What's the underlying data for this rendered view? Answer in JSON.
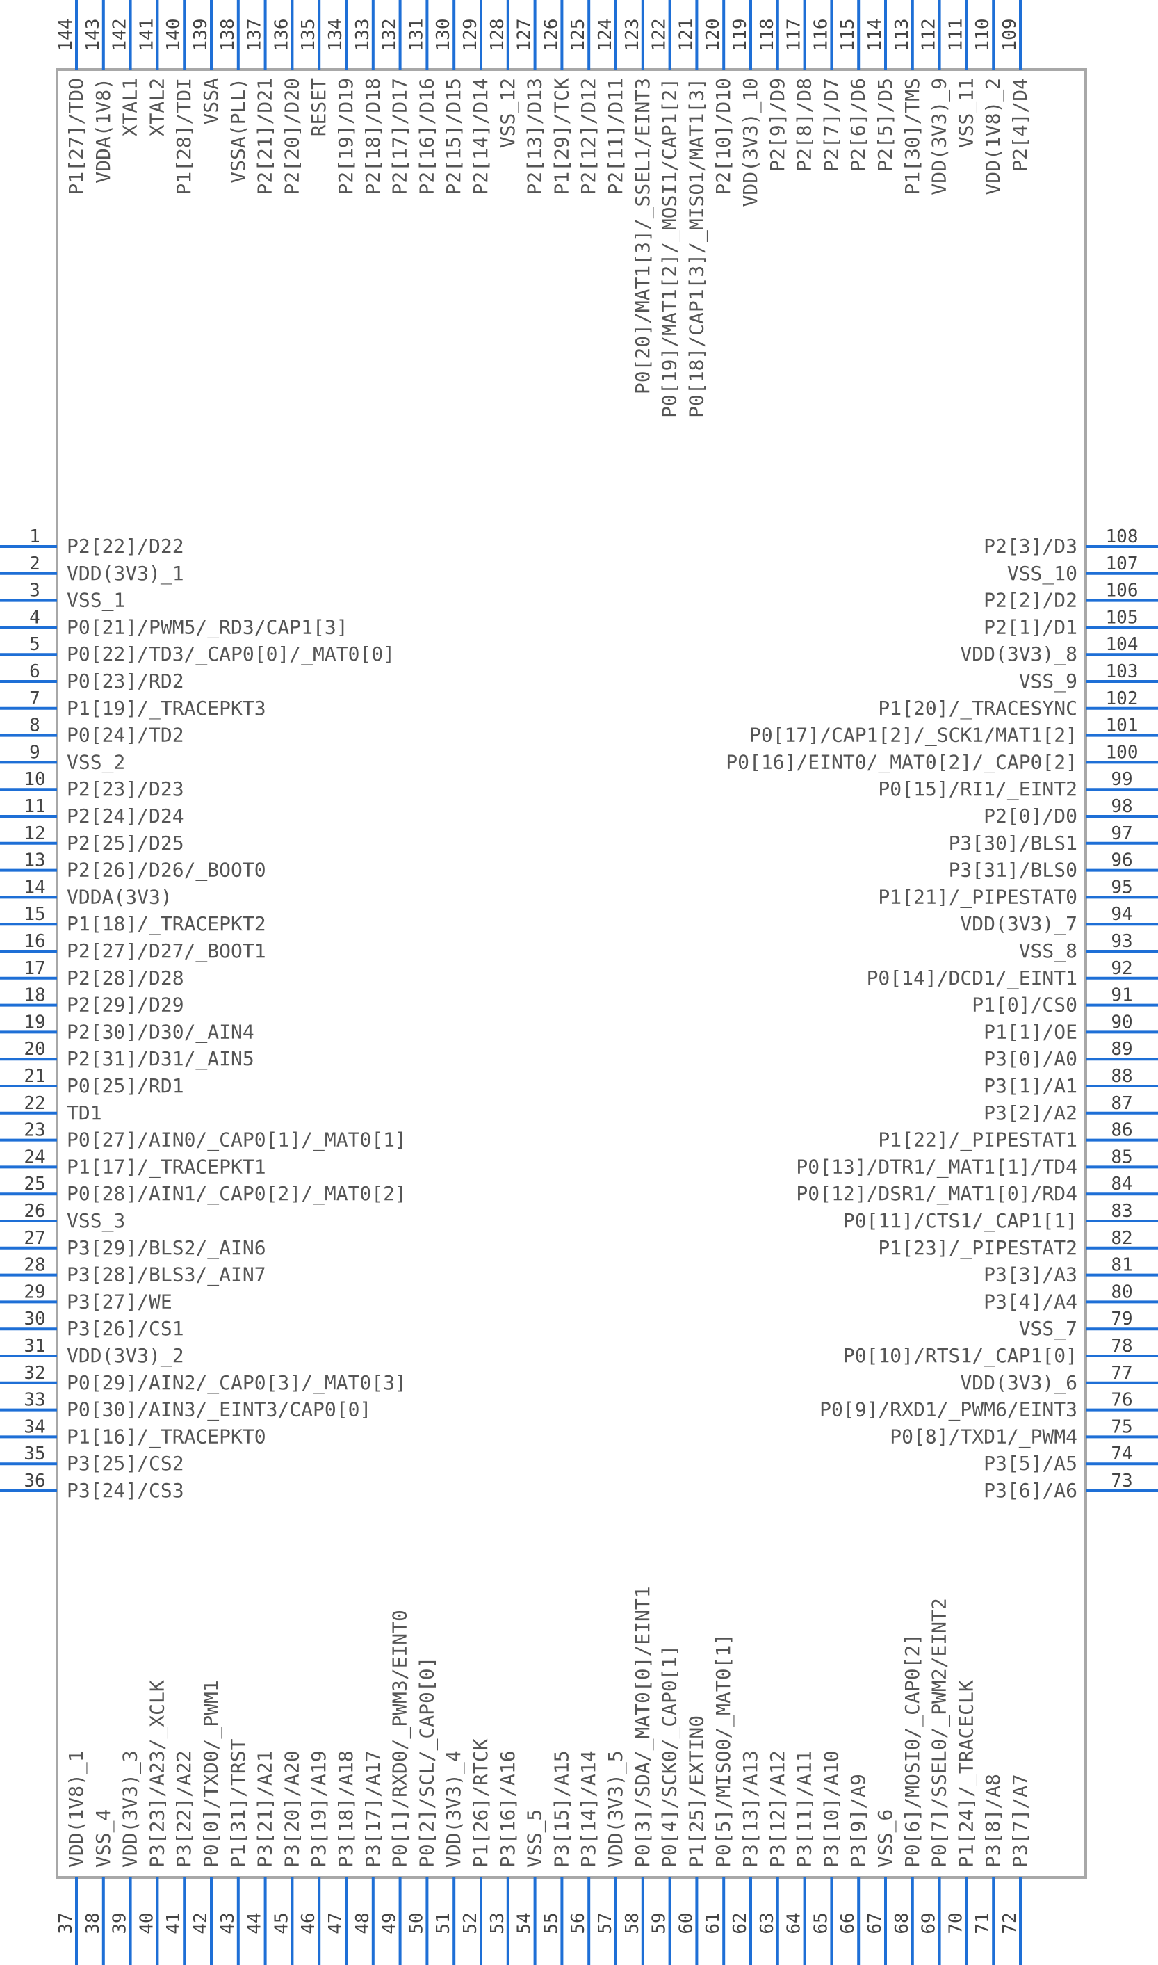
{
  "component": {
    "colors": {
      "pin": "#1e6fd6",
      "body": "#a8a8a8",
      "text": "#555555",
      "number": "#444444"
    },
    "left_pins": [
      {
        "n": "1",
        "label": "P2[22]/D22"
      },
      {
        "n": "2",
        "label": "VDD(3V3)_1"
      },
      {
        "n": "3",
        "label": "VSS_1"
      },
      {
        "n": "4",
        "label": "P0[21]/PWM5/_RD3/CAP1[3]"
      },
      {
        "n": "5",
        "label": "P0[22]/TD3/_CAP0[0]/_MAT0[0]"
      },
      {
        "n": "6",
        "label": "P0[23]/RD2"
      },
      {
        "n": "7",
        "label": "P1[19]/_TRACEPKT3"
      },
      {
        "n": "8",
        "label": "P0[24]/TD2"
      },
      {
        "n": "9",
        "label": "VSS_2"
      },
      {
        "n": "10",
        "label": "P2[23]/D23"
      },
      {
        "n": "11",
        "label": "P2[24]/D24"
      },
      {
        "n": "12",
        "label": "P2[25]/D25"
      },
      {
        "n": "13",
        "label": "P2[26]/D26/_BOOT0"
      },
      {
        "n": "14",
        "label": "VDDA(3V3)"
      },
      {
        "n": "15",
        "label": "P1[18]/_TRACEPKT2"
      },
      {
        "n": "16",
        "label": "P2[27]/D27/_BOOT1"
      },
      {
        "n": "17",
        "label": "P2[28]/D28"
      },
      {
        "n": "18",
        "label": "P2[29]/D29"
      },
      {
        "n": "19",
        "label": "P2[30]/D30/_AIN4"
      },
      {
        "n": "20",
        "label": "P2[31]/D31/_AIN5"
      },
      {
        "n": "21",
        "label": "P0[25]/RD1"
      },
      {
        "n": "22",
        "label": "TD1"
      },
      {
        "n": "23",
        "label": "P0[27]/AIN0/_CAP0[1]/_MAT0[1]"
      },
      {
        "n": "24",
        "label": "P1[17]/_TRACEPKT1"
      },
      {
        "n": "25",
        "label": "P0[28]/AIN1/_CAP0[2]/_MAT0[2]"
      },
      {
        "n": "26",
        "label": "VSS_3"
      },
      {
        "n": "27",
        "label": "P3[29]/BLS2/_AIN6"
      },
      {
        "n": "28",
        "label": "P3[28]/BLS3/_AIN7"
      },
      {
        "n": "29",
        "label": "P3[27]/WE"
      },
      {
        "n": "30",
        "label": "P3[26]/CS1"
      },
      {
        "n": "31",
        "label": "VDD(3V3)_2"
      },
      {
        "n": "32",
        "label": "P0[29]/AIN2/_CAP0[3]/_MAT0[3]"
      },
      {
        "n": "33",
        "label": "P0[30]/AIN3/_EINT3/CAP0[0]"
      },
      {
        "n": "34",
        "label": "P1[16]/_TRACEPKT0"
      },
      {
        "n": "35",
        "label": "P3[25]/CS2"
      },
      {
        "n": "36",
        "label": "P3[24]/CS3"
      }
    ],
    "right_pins": [
      {
        "n": "108",
        "label": "P2[3]/D3"
      },
      {
        "n": "107",
        "label": "VSS_10"
      },
      {
        "n": "106",
        "label": "P2[2]/D2"
      },
      {
        "n": "105",
        "label": "P2[1]/D1"
      },
      {
        "n": "104",
        "label": "VDD(3V3)_8"
      },
      {
        "n": "103",
        "label": "VSS_9"
      },
      {
        "n": "102",
        "label": "P1[20]/_TRACESYNC"
      },
      {
        "n": "101",
        "label": "P0[17]/CAP1[2]/_SCK1/MAT1[2]"
      },
      {
        "n": "100",
        "label": "P0[16]/EINT0/_MAT0[2]/_CAP0[2]"
      },
      {
        "n": "99",
        "label": "P0[15]/RI1/_EINT2"
      },
      {
        "n": "98",
        "label": "P2[0]/D0"
      },
      {
        "n": "97",
        "label": "P3[30]/BLS1"
      },
      {
        "n": "96",
        "label": "P3[31]/BLS0"
      },
      {
        "n": "95",
        "label": "P1[21]/_PIPESTAT0"
      },
      {
        "n": "94",
        "label": "VDD(3V3)_7"
      },
      {
        "n": "93",
        "label": "VSS_8"
      },
      {
        "n": "92",
        "label": "P0[14]/DCD1/_EINT1"
      },
      {
        "n": "91",
        "label": "P1[0]/CS0"
      },
      {
        "n": "90",
        "label": "P1[1]/OE"
      },
      {
        "n": "89",
        "label": "P3[0]/A0"
      },
      {
        "n": "88",
        "label": "P3[1]/A1"
      },
      {
        "n": "87",
        "label": "P3[2]/A2"
      },
      {
        "n": "86",
        "label": "P1[22]/_PIPESTAT1"
      },
      {
        "n": "85",
        "label": "P0[13]/DTR1/_MAT1[1]/TD4"
      },
      {
        "n": "84",
        "label": "P0[12]/DSR1/_MAT1[0]/RD4"
      },
      {
        "n": "83",
        "label": "P0[11]/CTS1/_CAP1[1]"
      },
      {
        "n": "82",
        "label": "P1[23]/_PIPESTAT2"
      },
      {
        "n": "81",
        "label": "P3[3]/A3"
      },
      {
        "n": "80",
        "label": "P3[4]/A4"
      },
      {
        "n": "79",
        "label": "VSS_7"
      },
      {
        "n": "78",
        "label": "P0[10]/RTS1/_CAP1[0]"
      },
      {
        "n": "77",
        "label": "VDD(3V3)_6"
      },
      {
        "n": "76",
        "label": "P0[9]/RXD1/_PWM6/EINT3"
      },
      {
        "n": "75",
        "label": "P0[8]/TXD1/_PWM4"
      },
      {
        "n": "74",
        "label": "P3[5]/A5"
      },
      {
        "n": "73",
        "label": "P3[6]/A6"
      }
    ],
    "bottom_pins": [
      {
        "n": "37",
        "label": "VDD(1V8)_1"
      },
      {
        "n": "38",
        "label": "VSS_4"
      },
      {
        "n": "39",
        "label": "VDD(3V3)_3"
      },
      {
        "n": "40",
        "label": "P3[23]/A23/_XCLK"
      },
      {
        "n": "41",
        "label": "P3[22]/A22"
      },
      {
        "n": "42",
        "label": "P0[0]/TXD0/_PWM1"
      },
      {
        "n": "43",
        "label": "P1[31]/TRST"
      },
      {
        "n": "44",
        "label": "P3[21]/A21"
      },
      {
        "n": "45",
        "label": "P3[20]/A20"
      },
      {
        "n": "46",
        "label": "P3[19]/A19"
      },
      {
        "n": "47",
        "label": "P3[18]/A18"
      },
      {
        "n": "48",
        "label": "P3[17]/A17"
      },
      {
        "n": "49",
        "label": "P0[1]/RXD0/_PWM3/EINT0"
      },
      {
        "n": "50",
        "label": "P0[2]/SCL/_CAP0[0]"
      },
      {
        "n": "51",
        "label": "VDD(3V3)_4"
      },
      {
        "n": "52",
        "label": "P1[26]/RTCK"
      },
      {
        "n": "53",
        "label": "P3[16]/A16"
      },
      {
        "n": "54",
        "label": "VSS_5"
      },
      {
        "n": "55",
        "label": "P3[15]/A15"
      },
      {
        "n": "56",
        "label": "P3[14]/A14"
      },
      {
        "n": "57",
        "label": "VDD(3V3)_5"
      },
      {
        "n": "58",
        "label": "P0[3]/SDA/_MAT0[0]/EINT1"
      },
      {
        "n": "59",
        "label": "P0[4]/SCK0/_CAP0[1]"
      },
      {
        "n": "60",
        "label": "P1[25]/EXTIN0"
      },
      {
        "n": "61",
        "label": "P0[5]/MISO0/_MAT0[1]"
      },
      {
        "n": "62",
        "label": "P3[13]/A13"
      },
      {
        "n": "63",
        "label": "P3[12]/A12"
      },
      {
        "n": "64",
        "label": "P3[11]/A11"
      },
      {
        "n": "65",
        "label": "P3[10]/A10"
      },
      {
        "n": "66",
        "label": "P3[9]/A9"
      },
      {
        "n": "67",
        "label": "VSS_6"
      },
      {
        "n": "68",
        "label": "P0[6]/MOSI0/_CAP0[2]"
      },
      {
        "n": "69",
        "label": "P0[7]/SSEL0/_PWM2/EINT2"
      },
      {
        "n": "70",
        "label": "P1[24]/_TRACECLK"
      },
      {
        "n": "71",
        "label": "P3[8]/A8"
      },
      {
        "n": "72",
        "label": "P3[7]/A7"
      }
    ],
    "top_pins": [
      {
        "n": "144",
        "label": "P1[27]/TDO"
      },
      {
        "n": "143",
        "label": "VDDA(1V8)"
      },
      {
        "n": "142",
        "label": "XTAL1"
      },
      {
        "n": "141",
        "label": "XTAL2"
      },
      {
        "n": "140",
        "label": "P1[28]/TDI"
      },
      {
        "n": "139",
        "label": "VSSA"
      },
      {
        "n": "138",
        "label": "VSSA(PLL)"
      },
      {
        "n": "137",
        "label": "P2[21]/D21"
      },
      {
        "n": "136",
        "label": "P2[20]/D20"
      },
      {
        "n": "135",
        "label": "RESET"
      },
      {
        "n": "134",
        "label": "P2[19]/D19"
      },
      {
        "n": "133",
        "label": "P2[18]/D18"
      },
      {
        "n": "132",
        "label": "P2[17]/D17"
      },
      {
        "n": "131",
        "label": "P2[16]/D16"
      },
      {
        "n": "130",
        "label": "P2[15]/D15"
      },
      {
        "n": "129",
        "label": "P2[14]/D14"
      },
      {
        "n": "128",
        "label": "VSS_12"
      },
      {
        "n": "127",
        "label": "P2[13]/D13"
      },
      {
        "n": "126",
        "label": "P1[29]/TCK"
      },
      {
        "n": "125",
        "label": "P2[12]/D12"
      },
      {
        "n": "124",
        "label": "P2[11]/D11"
      },
      {
        "n": "123",
        "label": "P0[20]/MAT1[3]/_SSEL1/EINT3"
      },
      {
        "n": "122",
        "label": "P0[19]/MAT1[2]/_MOSI1/CAP1[2]"
      },
      {
        "n": "121",
        "label": "P0[18]/CAP1[3]/_MISO1/MAT1[3]"
      },
      {
        "n": "120",
        "label": "P2[10]/D10"
      },
      {
        "n": "119",
        "label": "VDD(3V3)_10"
      },
      {
        "n": "118",
        "label": "P2[9]/D9"
      },
      {
        "n": "117",
        "label": "P2[8]/D8"
      },
      {
        "n": "116",
        "label": "P2[7]/D7"
      },
      {
        "n": "115",
        "label": "P2[6]/D6"
      },
      {
        "n": "114",
        "label": "P2[5]/D5"
      },
      {
        "n": "113",
        "label": "P1[30]/TMS"
      },
      {
        "n": "112",
        "label": "VDD(3V3)_9"
      },
      {
        "n": "111",
        "label": "VSS_11"
      },
      {
        "n": "110",
        "label": "VDD(1V8)_2"
      },
      {
        "n": "109",
        "label": "P2[4]/D4"
      }
    ]
  }
}
